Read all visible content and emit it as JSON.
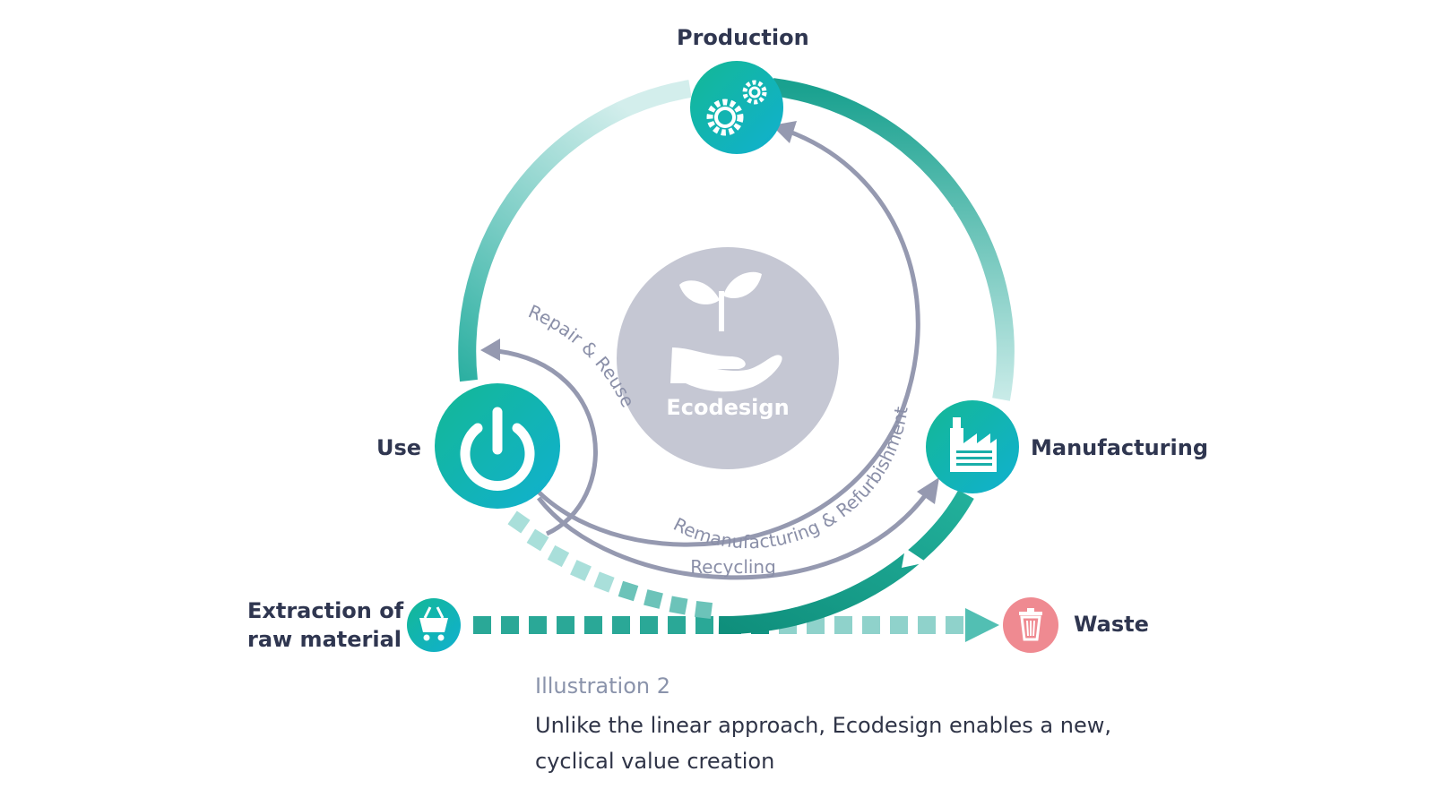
{
  "colors": {
    "teal_dark": "#17a48f",
    "teal_mid": "#3fb8ad",
    "teal_light": "#c6e9e6",
    "node_gradient_start": "#14b895",
    "node_gradient_end": "#0fb2cf",
    "loop_gray": "#9599b0",
    "center_gray": "#c5c7d3",
    "waste_red": "#ef8a91",
    "label_text": "#2f3650",
    "caption_title": "#8a93ab",
    "caption_text": "#2f3447"
  },
  "nodes": {
    "production": {
      "label": "Production",
      "icon": "gears-icon"
    },
    "manufacturing": {
      "label": "Manufacturing",
      "icon": "factory-icon"
    },
    "use": {
      "label": "Use",
      "icon": "power-icon"
    },
    "extraction": {
      "label_line1": "Extraction of",
      "label_line2": "raw material",
      "icon": "cart-icon"
    },
    "waste": {
      "label": "Waste",
      "icon": "trash-icon"
    }
  },
  "center": {
    "label": "Ecodesign",
    "icon": "plant-in-hand-icon"
  },
  "loops": {
    "repair": "Repair & Reuse",
    "remanufacturing": "Remanufacturing & Refurbishment",
    "recycling": "Recycling"
  },
  "caption": {
    "title": "Illustration 2",
    "text": "Unlike the linear approach, Ecodesign enables a new, cyclical value creation"
  }
}
